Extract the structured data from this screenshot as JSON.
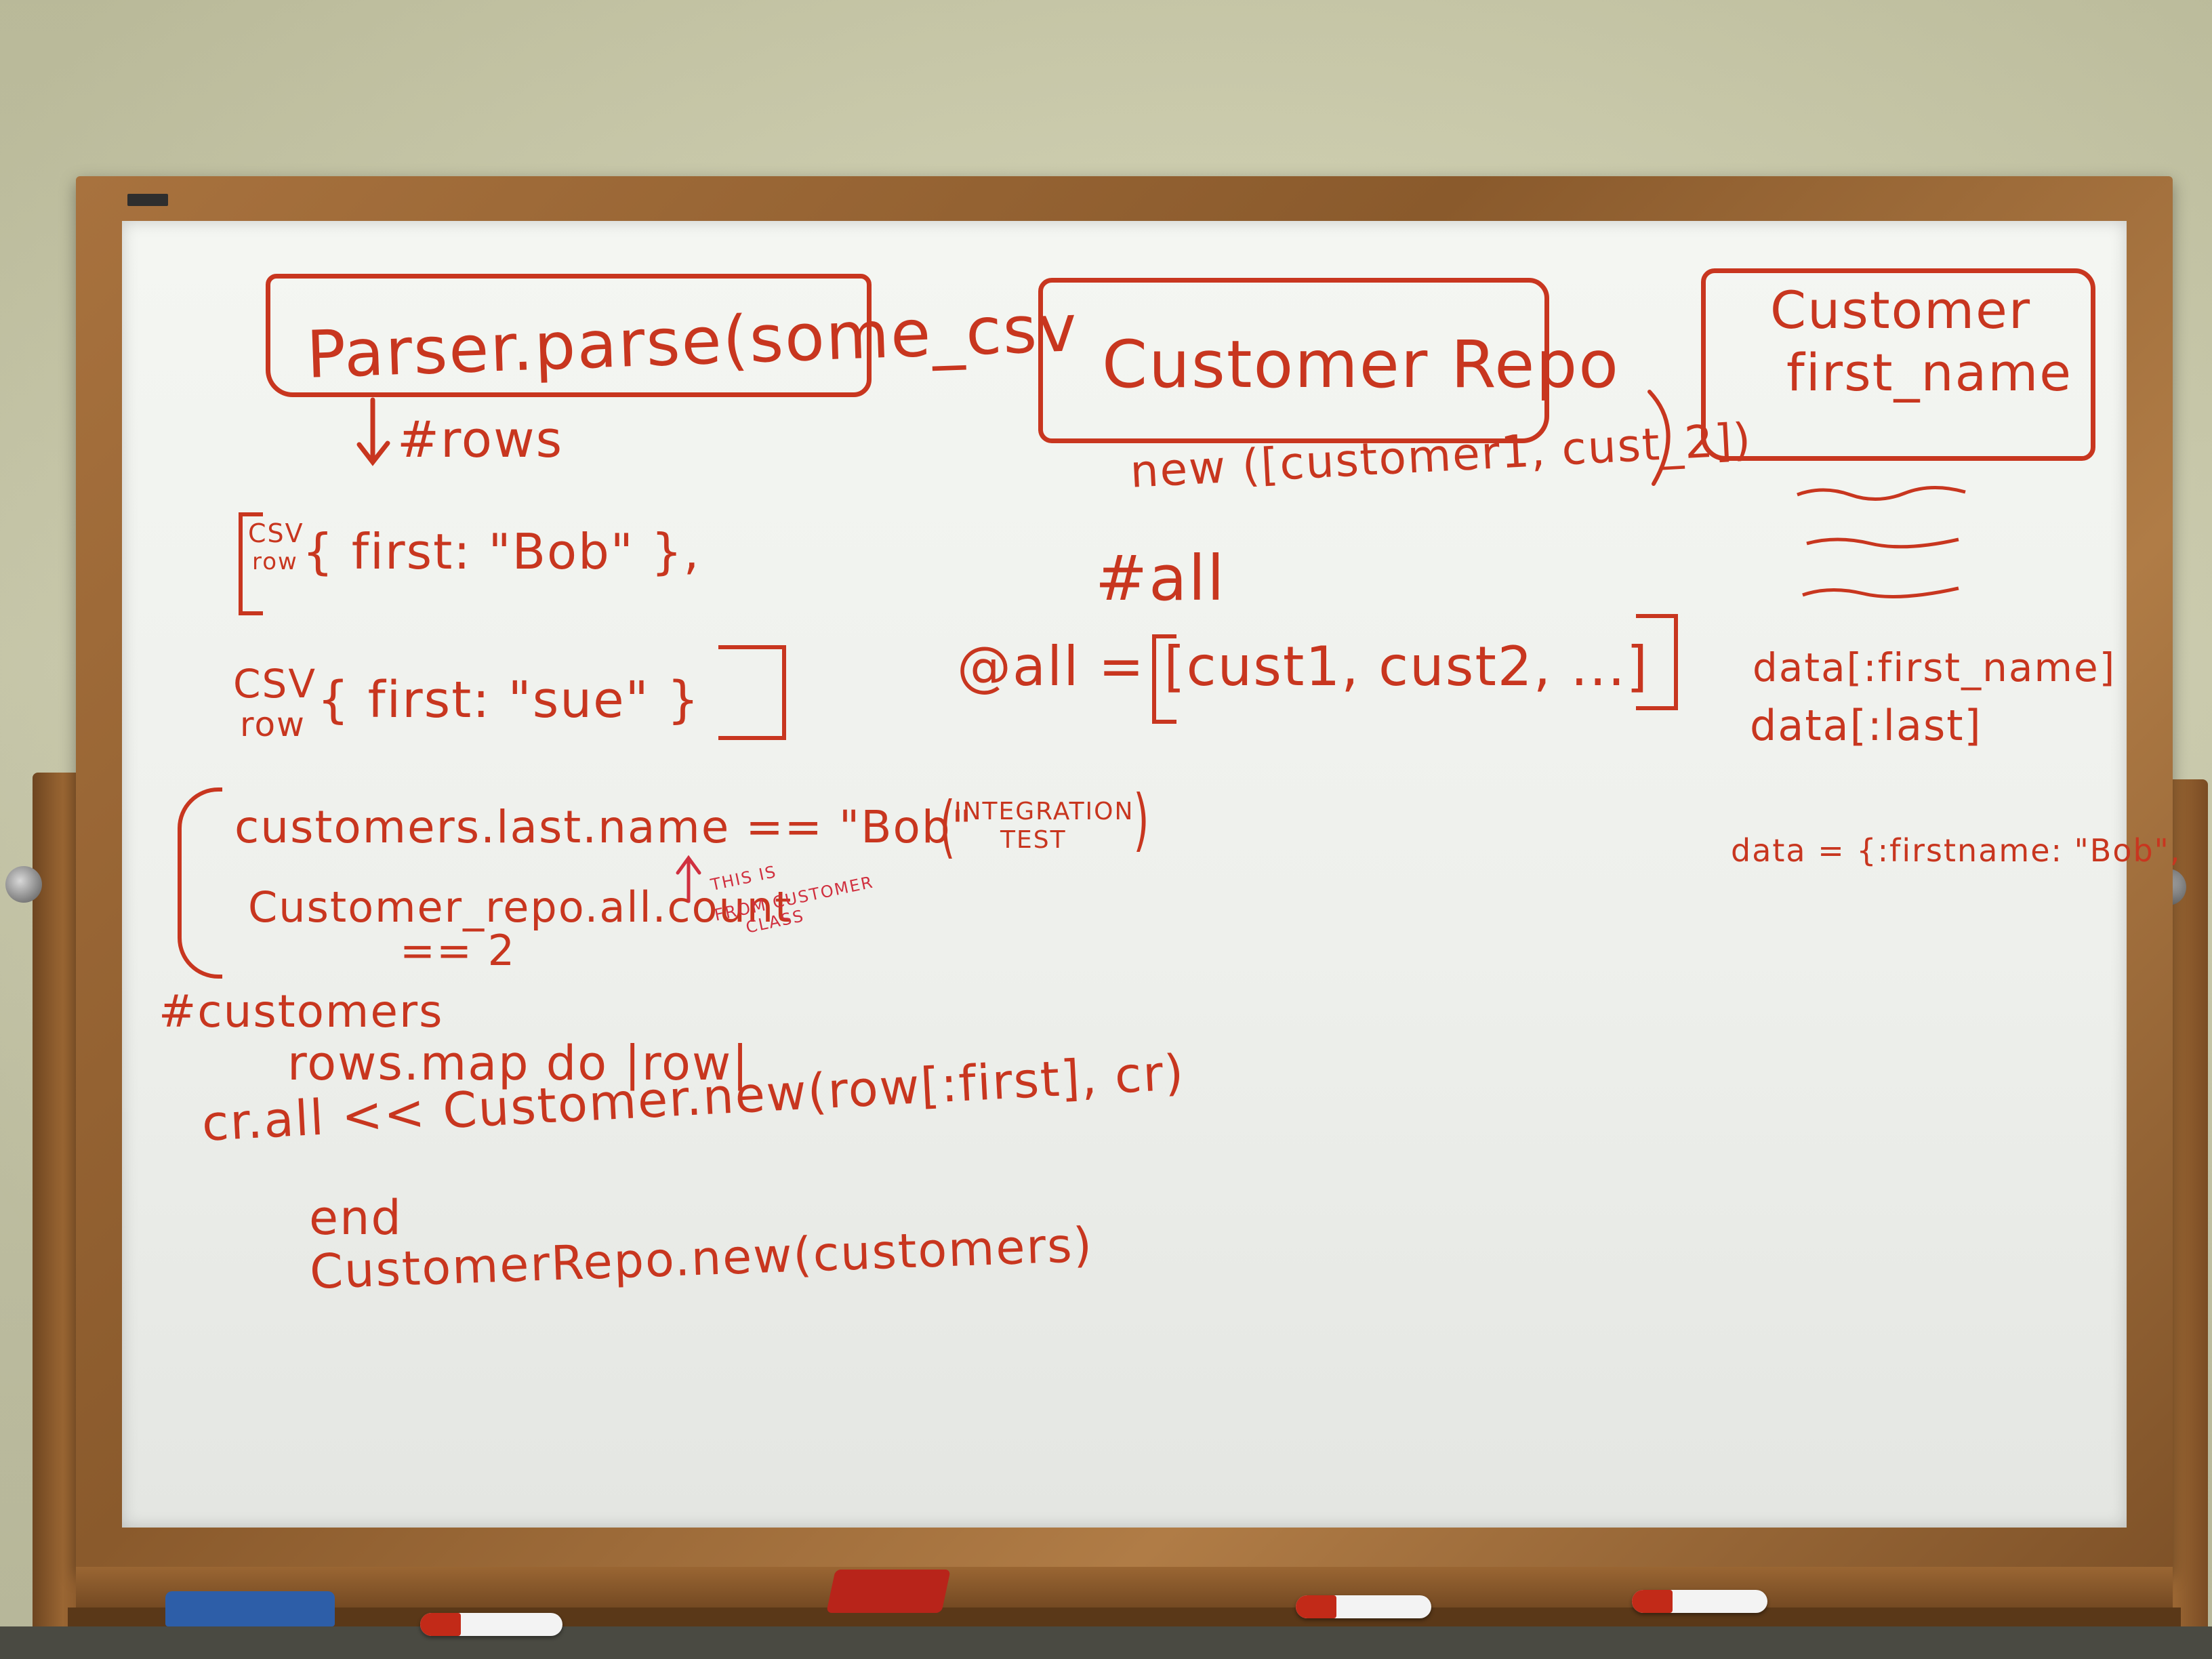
{
  "colors": {
    "ink": "#c8361f",
    "ink_pink": "#d0303f",
    "board": "#eef0ec",
    "frame": "#9a6633"
  },
  "left_column": {
    "parser_call": "Parser.parse(some_csv",
    "rows_label": "#rows",
    "csv_tag": "CSV",
    "row_tag": "row",
    "row_bob": "{ first: \"Bob\" },",
    "row_sue": "{ first: \"sue\" }",
    "test_line_1": "customers.last.name == \"Bob\"",
    "integration_label_1": "INTEGRATION",
    "integration_label_2": "TEST",
    "test_line_2": "Customer_repo.all.count",
    "test_line_3": "== 2",
    "note_1": "THIS IS",
    "note_2": "FROM CUSTOMER",
    "note_3": "CLASS",
    "code_1": "#customers",
    "code_2": "rows.map do |row|",
    "code_3": "cr.all << Customer.new(row[:first], cr)",
    "code_4": "end",
    "code_5": "CustomerRepo.new(customers)"
  },
  "middle_column": {
    "title": "Customer Repo",
    "new_call": "new ([customer1, cust_2])",
    "all_method": "#all",
    "all_assign": "@all = [cust1, cust2, ...]"
  },
  "right_column": {
    "title_1": "Customer",
    "title_2": "first_name",
    "data_1": "data[:first_name]",
    "data_2": "data[:last]",
    "data_3": "data = {:firstname: \"Bob\","
  },
  "icons": [
    "arrow-down-icon",
    "arrow-up-icon",
    "arrow-return-icon"
  ]
}
